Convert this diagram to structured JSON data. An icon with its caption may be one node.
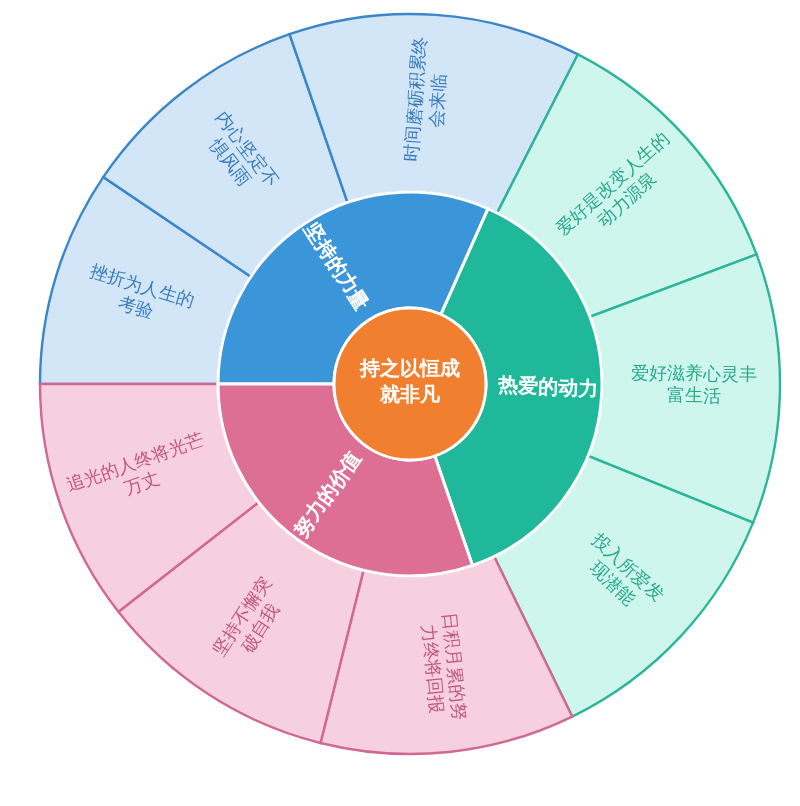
{
  "diagram": {
    "nodes": [
      {
        "text": [
          "持之以恒成就非凡"
        ]
      },
      {
        "text": [
          "坚持的力量"
        ]
      },
      {
        "text": [
          "挫折为人生的考验"
        ]
      },
      {
        "text": [
          "内心坚定不惧风雨"
        ]
      },
      {
        "text": [
          "时间磨砺积累终会来临"
        ]
      },
      {
        "text": [
          "热爱的动力"
        ]
      },
      {
        "text": [
          "爱好是改变人生的动力源泉"
        ]
      },
      {
        "text": [
          "爱好滋养心灵丰富生活"
        ]
      },
      {
        "text": [
          "投入所爱发现潜能"
        ]
      },
      {
        "text": [
          "努力的价值"
        ]
      },
      {
        "text": [
          "日积月累的努力终将回报"
        ]
      },
      {
        "text": [
          "坚持不懈突破自我"
        ]
      },
      {
        "text": [
          "追光的人终将光芒万丈"
        ]
      }
    ]
  }
}
